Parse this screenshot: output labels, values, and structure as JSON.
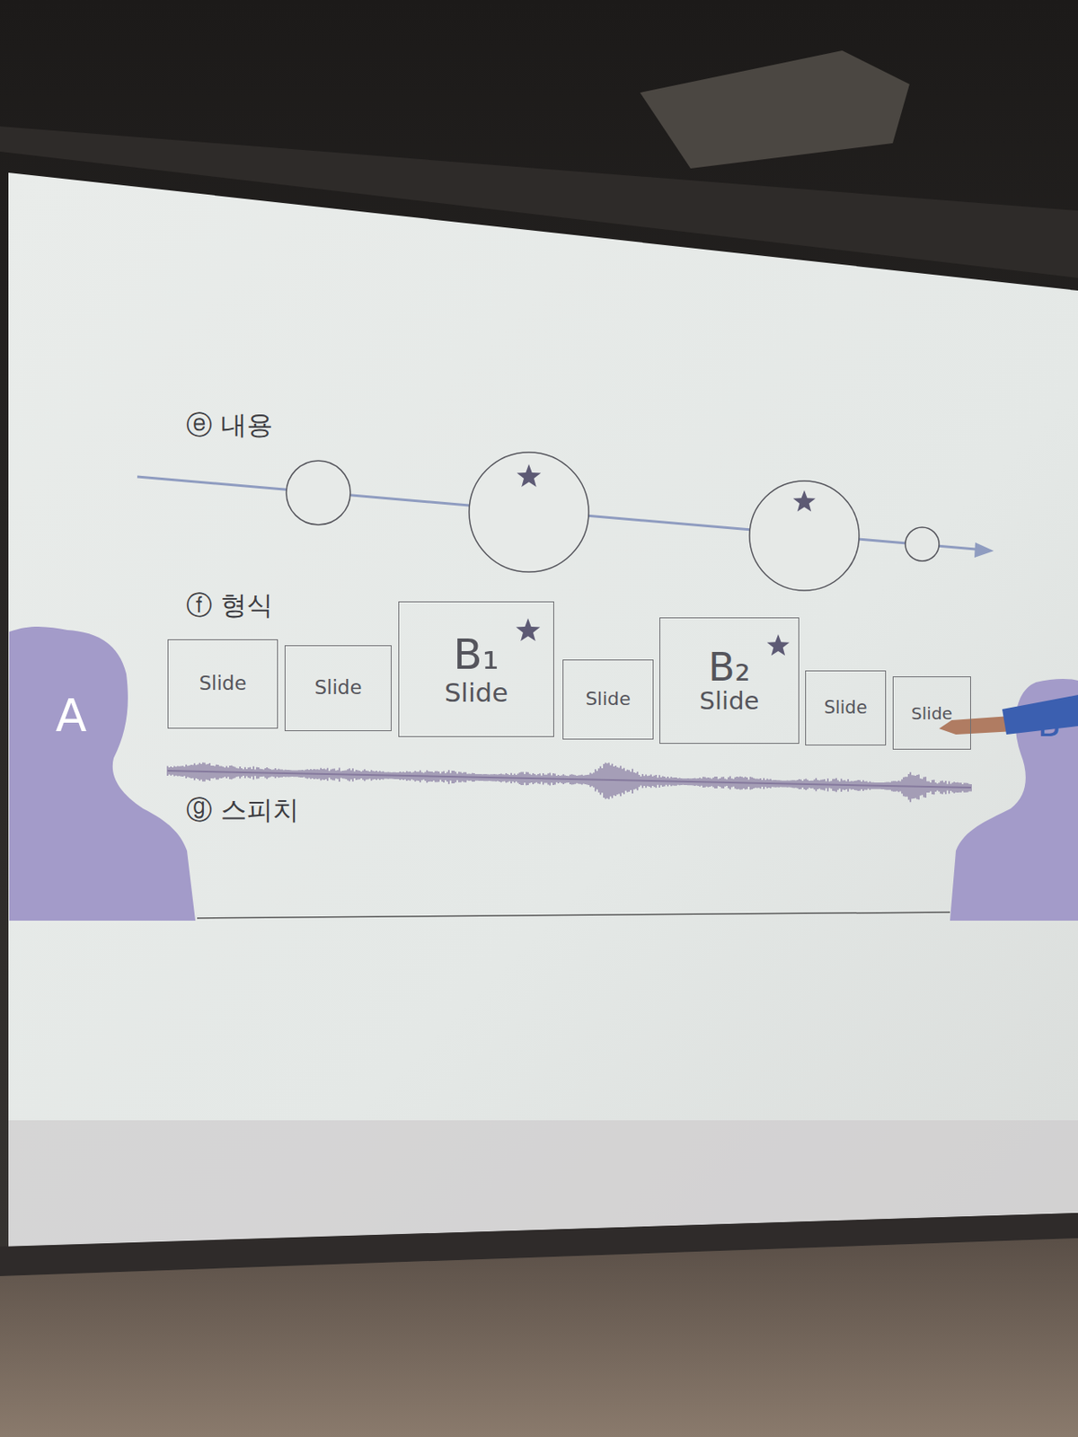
{
  "diagram": {
    "nodes": [
      {
        "text": [
          "Slide"
        ]
      },
      {
        "text": [
          "Slide"
        ]
      },
      {
        "text": [
          "B₁",
          "Slide"
        ]
      },
      {
        "text": [
          "Slide"
        ]
      },
      {
        "text": [
          "B₂",
          "Slide"
        ]
      },
      {
        "text": [
          "Slide"
        ]
      },
      {
        "text": [
          "Slide"
        ]
      }
    ],
    "labels": [
      "ⓔ 내용",
      "ⓕ 형식",
      "ⓖ 스피치",
      "A",
      "B"
    ]
  }
}
